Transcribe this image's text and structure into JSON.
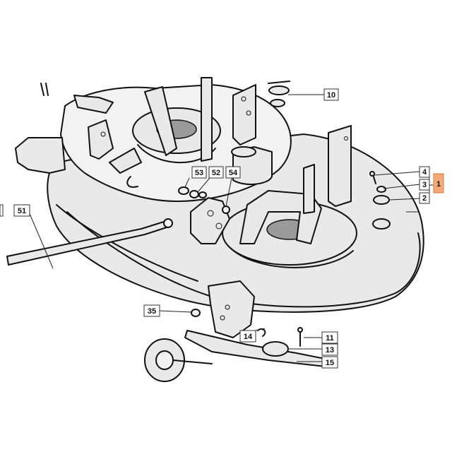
{
  "callouts": [
    {
      "id": "c10",
      "text": "10"
    },
    {
      "id": "c53",
      "text": "53"
    },
    {
      "id": "c52",
      "text": "52"
    },
    {
      "id": "c54",
      "text": "54"
    },
    {
      "id": "c4",
      "text": "4"
    },
    {
      "id": "c3",
      "text": "3"
    },
    {
      "id": "c2",
      "text": "2"
    },
    {
      "id": "c1",
      "text": "1",
      "highlight": true
    },
    {
      "id": "c51",
      "text": "51"
    },
    {
      "id": "c35",
      "text": "35"
    },
    {
      "id": "c14",
      "text": "14"
    },
    {
      "id": "c11",
      "text": "11"
    },
    {
      "id": "c13",
      "text": "13"
    },
    {
      "id": "c15",
      "text": "15"
    }
  ],
  "colors": {
    "highlight": "#f4a978",
    "line": "#111111",
    "fill": "#e9e9e9"
  }
}
